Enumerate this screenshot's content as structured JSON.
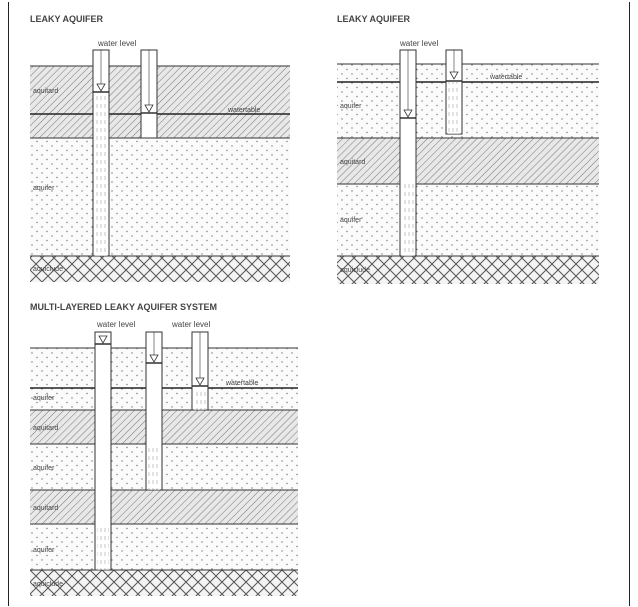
{
  "diagrams": {
    "top_left": {
      "title": "LEAKY AQUIFER",
      "water_level": "water level",
      "watertable": "watertable",
      "layers": [
        "aquitard",
        "aquifer",
        "aquiclude"
      ]
    },
    "top_right": {
      "title": "LEAKY AQUIFER",
      "water_level": "water level",
      "watertable": "watertable",
      "layers": [
        "aquifer",
        "aquitard",
        "aquifer",
        "aquiclude"
      ]
    },
    "bottom": {
      "title": "MULTI-LAYERED LEAKY AQUIFER SYSTEM",
      "water_level_1": "water level",
      "water_level_2": "water level",
      "watertable": "watertable",
      "layers": [
        "aquifer",
        "aquitard",
        "aquifer",
        "aquitard",
        "aquifer",
        "aquiclude"
      ]
    }
  }
}
